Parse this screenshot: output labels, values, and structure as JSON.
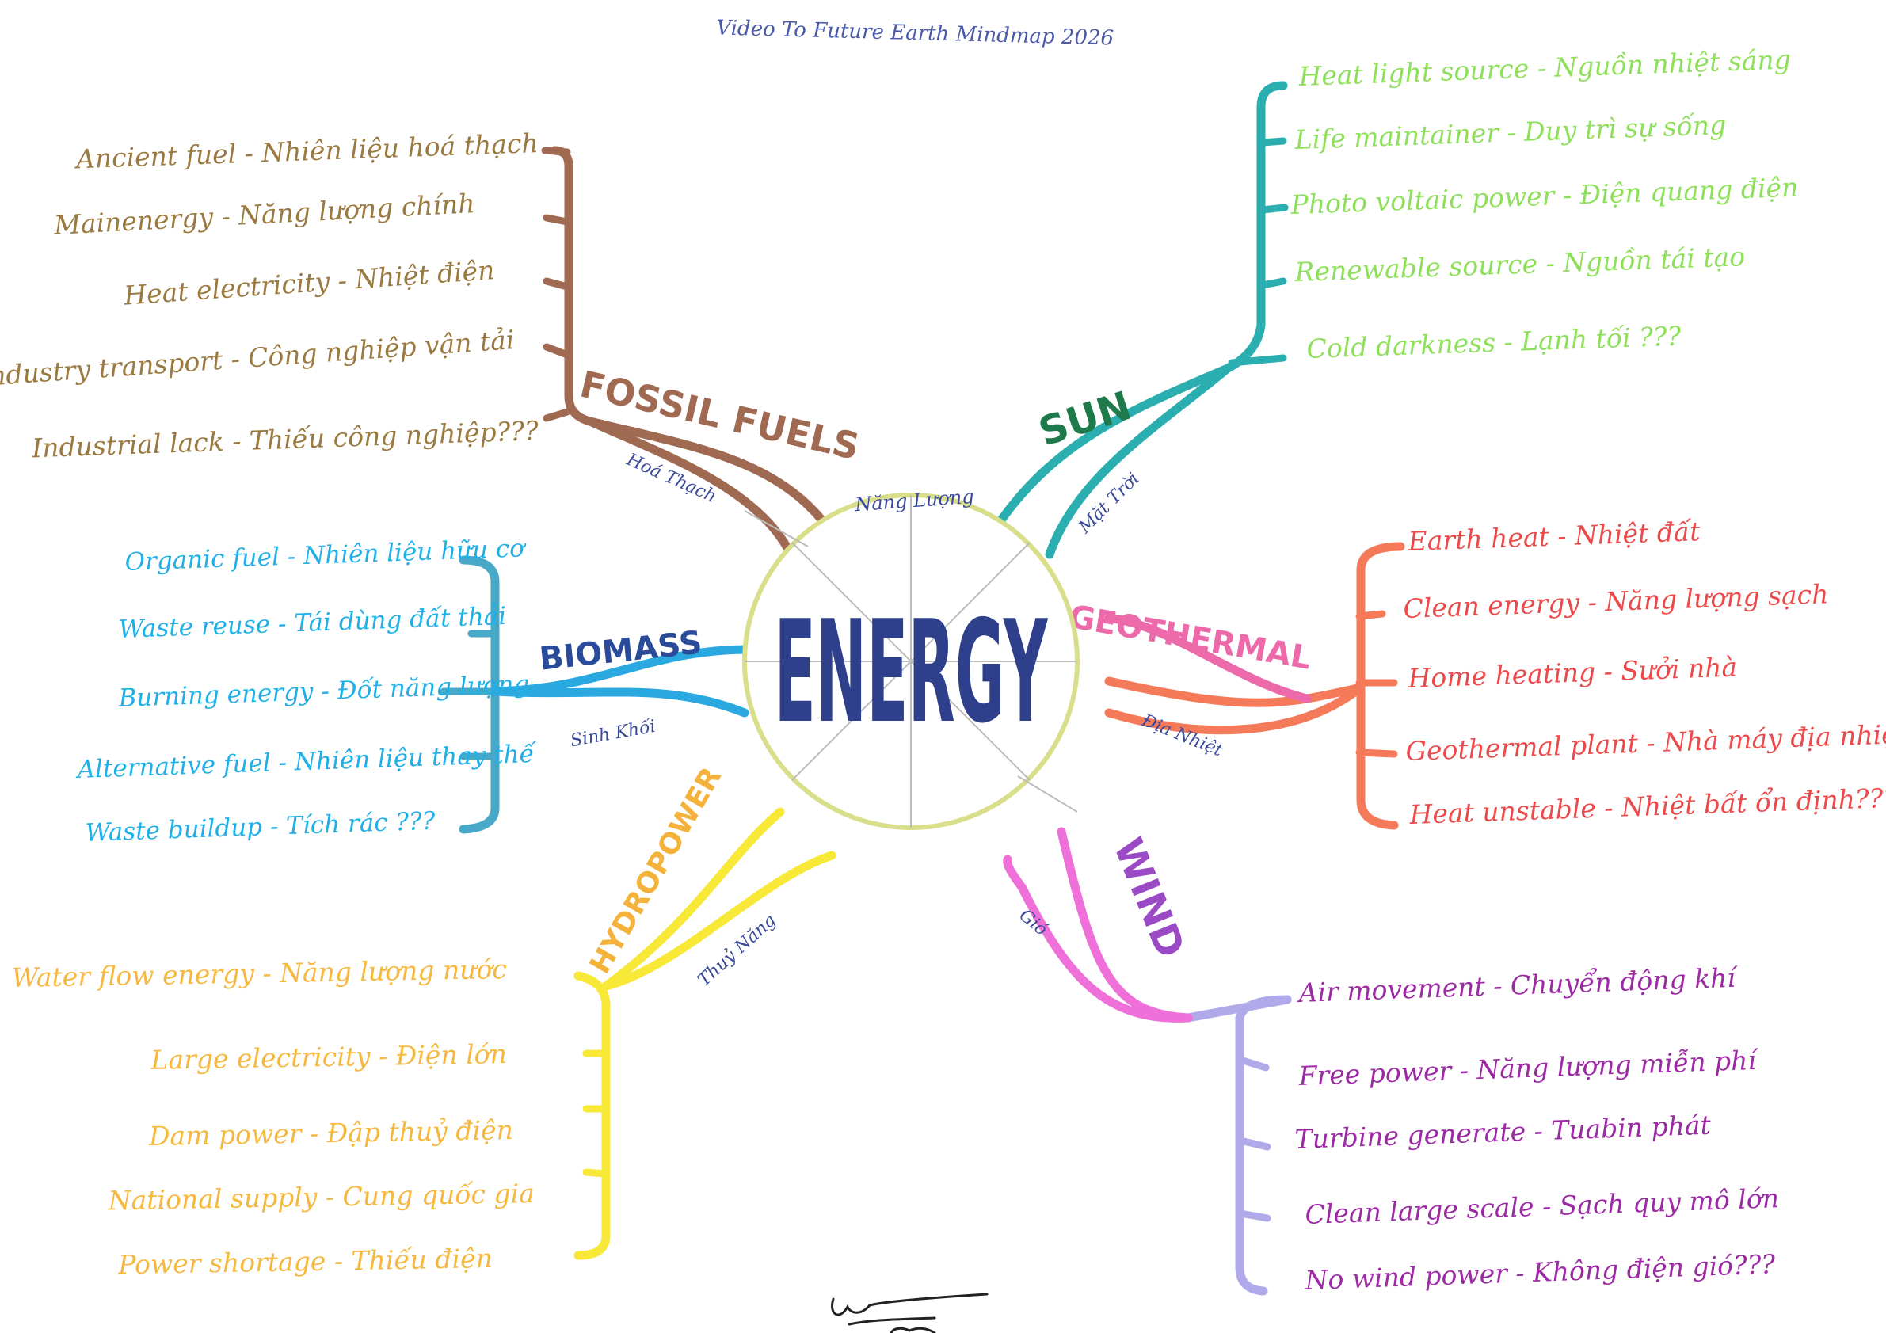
{
  "title": "Video To Future Earth Mindmap 2026",
  "center": {
    "label": "ENERGY",
    "sublabel": "Năng Lượng"
  },
  "colors": {
    "center": "#2e3f8c",
    "circle": "#d8de8a",
    "fossil": "#a06a52",
    "fossil_text": "#9a7a40",
    "sun": "#2aaeb0",
    "sun_title": "#1e7a4a",
    "sun_text": "#8ee05a",
    "geothermal": "#f47a5a",
    "geothermal_title": "#ec6aaa",
    "geothermal_text": "#ec4a4a",
    "wind_branch": "#ee70d8",
    "wind": "#b0aaea",
    "wind_title": "#9a4ac4",
    "wind_text": "#9c2aa4",
    "hydro": "#f8e838",
    "hydro_title": "#f4b23a",
    "hydro_text": "#f6b83e",
    "biomass": "#29a9e0",
    "biomass_bracket": "#48a8c8",
    "biomass_title": "#2a4a9a",
    "biomass_text": "#20b0e8",
    "sub_label": "#3a4a9a"
  },
  "branches": {
    "fossil": {
      "title": "FOSSIL FUELS",
      "sub": "Hoá Thạch",
      "items": [
        "Ancient fuel - Nhiên liệu hoá thạch",
        "Mainenergy - Năng lượng chính",
        "Heat electricity - Nhiệt điện",
        "Industry transport - Công nghiệp vận tải",
        "Industrial lack - Thiếu công nghiệp???"
      ]
    },
    "sun": {
      "title": "SUN",
      "sub": "Mặt Trời",
      "items": [
        "Heat light source - Nguồn nhiệt sáng",
        "Life maintainer - Duy trì sự sống",
        "Photo voltaic power - Điện quang điện",
        "Renewable source - Nguồn tái tạo",
        "Cold darkness - Lạnh tối ???"
      ]
    },
    "geothermal": {
      "title": "GEOTHERMAL",
      "sub": "Địa Nhiệt",
      "items": [
        "Earth heat - Nhiệt đất",
        "Clean energy - Năng lượng sạch",
        "Home heating - Sưởi nhà",
        "Geothermal plant - Nhà máy địa nhiệt",
        "Heat unstable - Nhiệt bất ổn định???"
      ]
    },
    "wind": {
      "title": "WIND",
      "sub": "Gió",
      "items": [
        "Air movement - Chuyển động khí",
        "Free power - Năng lượng miễn phí",
        "Turbine generate - Tuabin phát",
        "Clean large scale - Sạch quy mô lớn",
        "No wind power - Không điện gió???"
      ]
    },
    "hydro": {
      "title": "HYDROPOWER",
      "sub": "Thuỷ Năng",
      "items": [
        "Water flow energy - Năng lượng nước",
        "Large electricity - Điện lớn",
        "Dam power - Đập thuỷ điện",
        "National supply - Cung quốc gia",
        "Power shortage - Thiếu điện"
      ]
    },
    "biomass": {
      "title": "BIOMASS",
      "sub": "Sinh Khối",
      "items": [
        "Organic fuel - Nhiên liệu hữu cơ",
        "Waste reuse - Tái dùng đất thải",
        "Burning energy - Đốt năng lượng",
        "Alternative fuel - Nhiên liệu thay thế",
        "Waste buildup - Tích rác ???"
      ]
    }
  }
}
